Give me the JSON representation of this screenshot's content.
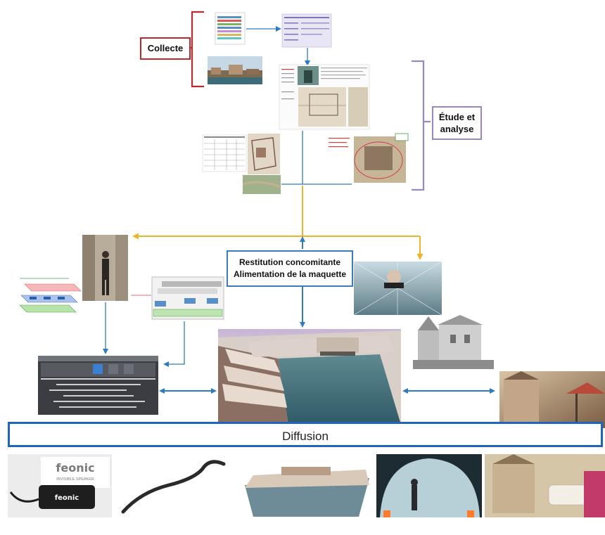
{
  "labels": {
    "collecte": "Collecte",
    "etude_line1": "Étude et",
    "etude_line2": "analyse",
    "restitution_line1": "Restitution concomitante",
    "restitution_line2": "Alimentation de la maquette",
    "diffusion": "Diffusion"
  },
  "product": {
    "brand": "feonic",
    "tagline": "INVISIBLE SPEAKER"
  },
  "colors": {
    "collecte_border": "#c0282d",
    "etude_border": "#9b86c4",
    "restitution_border": "#3a7ac0",
    "diffusion_border": "#1f66b8",
    "arrow_blue": "#2f7bbf",
    "arrow_orange": "#f0b428"
  }
}
